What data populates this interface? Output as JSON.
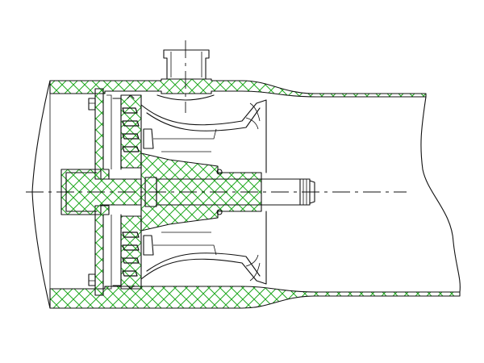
{
  "colors": {
    "background": "#ffffff",
    "outline": "#111111",
    "hatch": "#1fa81f"
  },
  "components": [
    "outer-casing-section",
    "top-nozzle",
    "inlet-cover-plate",
    "guide-vanes",
    "impeller",
    "shaft",
    "shaft-nut",
    "centerline-horizontal",
    "centerline-vertical"
  ]
}
